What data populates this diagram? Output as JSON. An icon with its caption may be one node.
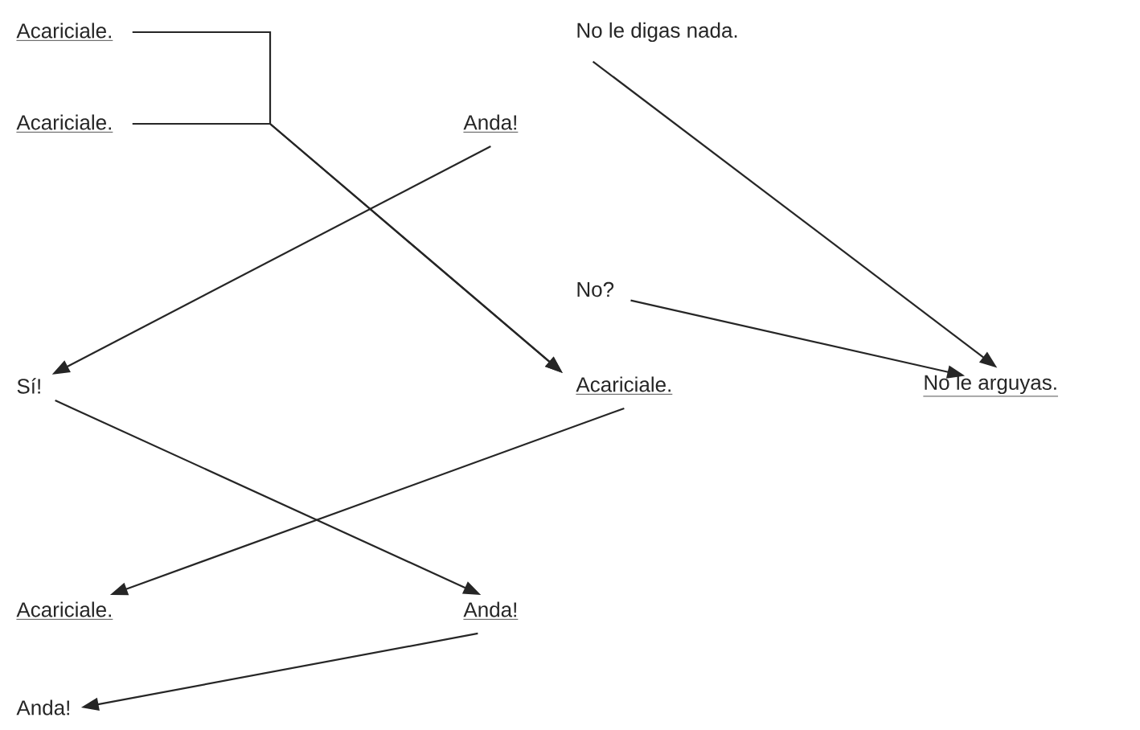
{
  "diagram": {
    "nodes": [
      {
        "text": [
          "Acariciale."
        ]
      },
      {
        "text": [
          "Acariciale."
        ]
      },
      {
        "text": [
          "No le digas nada."
        ]
      },
      {
        "text": [
          "Anda!"
        ]
      },
      {
        "text": [
          "No?"
        ]
      },
      {
        "text": [
          "Sí!"
        ]
      },
      {
        "text": [
          "Acariciale."
        ]
      },
      {
        "text": [
          "No le arguyas."
        ]
      },
      {
        "text": [
          "Acariciale."
        ]
      },
      {
        "text": [
          "Anda!"
        ]
      },
      {
        "text": [
          "Anda!"
        ]
      }
    ],
    "edges": [
      {
        "from": 0,
        "to": 6,
        "arrow": "to"
      },
      {
        "from": 1,
        "to": 6,
        "arrow": "to"
      },
      {
        "from": 3,
        "to": 5,
        "arrow": "to"
      },
      {
        "from": 2,
        "to": 7,
        "arrow": "to"
      },
      {
        "from": 4,
        "to": 7,
        "arrow": "to"
      },
      {
        "from": 5,
        "to": 9,
        "arrow": "to"
      },
      {
        "from": 6,
        "to": 8,
        "arrow": "to"
      },
      {
        "from": 9,
        "to": 10,
        "arrow": "to"
      }
    ]
  }
}
